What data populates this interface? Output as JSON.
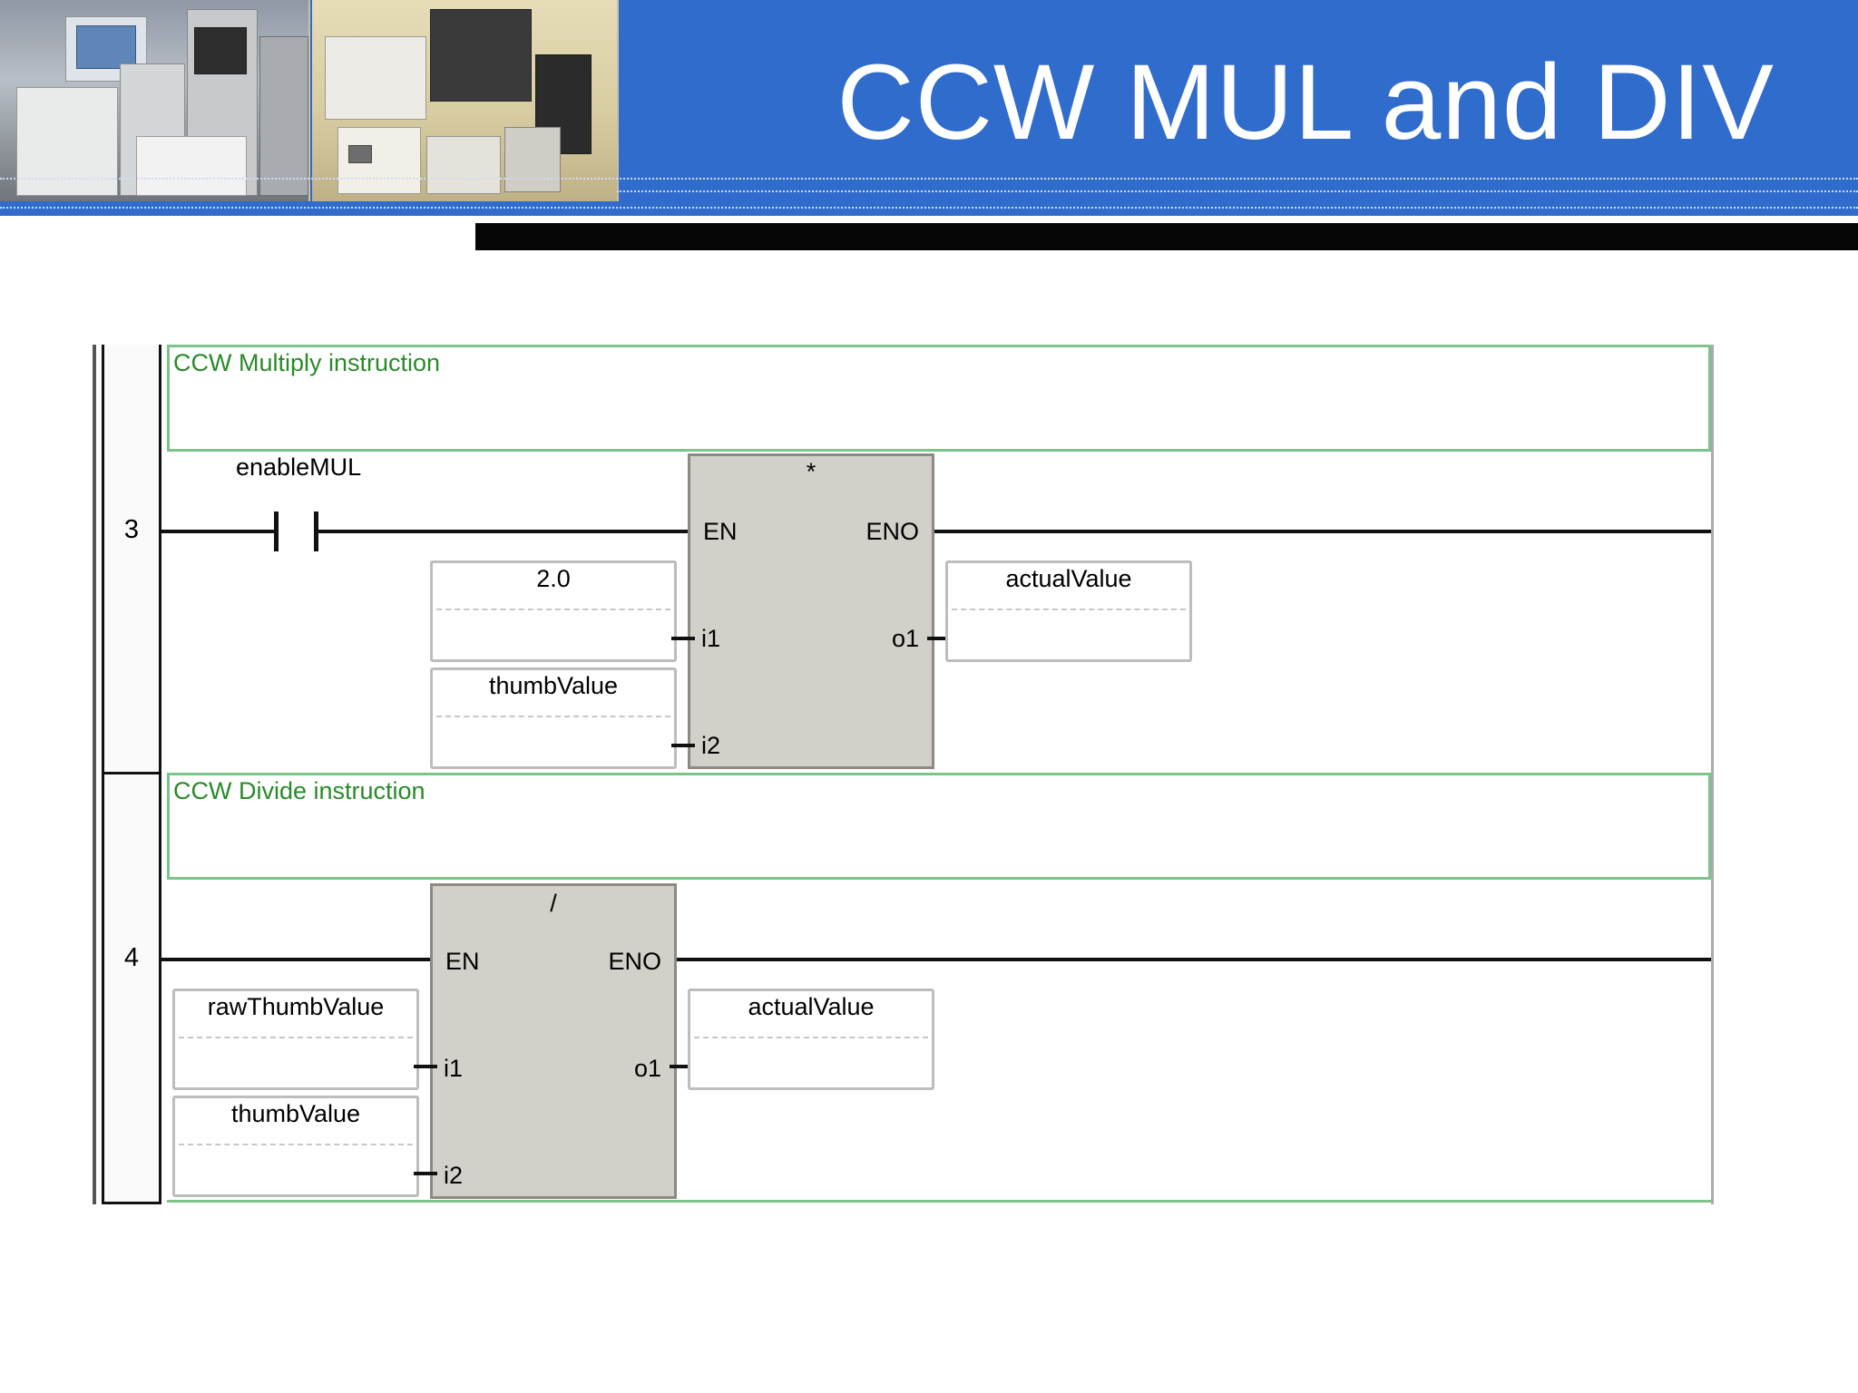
{
  "slide": {
    "title": "CCW MUL and DIV"
  },
  "rungs": [
    {
      "number": "3",
      "comment": "CCW Multiply instruction",
      "contact_label": "enableMUL",
      "block": {
        "operator": "*",
        "en": "EN",
        "eno": "ENO",
        "in1": "i1",
        "in2": "i2",
        "out1": "o1"
      },
      "inputs": [
        "2.0",
        "thumbValue"
      ],
      "output": "actualValue"
    },
    {
      "number": "4",
      "comment": "CCW Divide instruction",
      "block": {
        "operator": "/",
        "en": "EN",
        "eno": "ENO",
        "in1": "i1",
        "in2": "i2",
        "out1": "o1"
      },
      "inputs": [
        "rawThumbValue",
        "thumbValue"
      ],
      "output": "actualValue"
    }
  ],
  "colors": {
    "header_blue": "#306ccc",
    "comment_green": "#2a8a2a",
    "block_gray": "#d3d0c9"
  },
  "icons": [
    "plc-hardware-photo",
    "normally-open-contact-icon"
  ]
}
